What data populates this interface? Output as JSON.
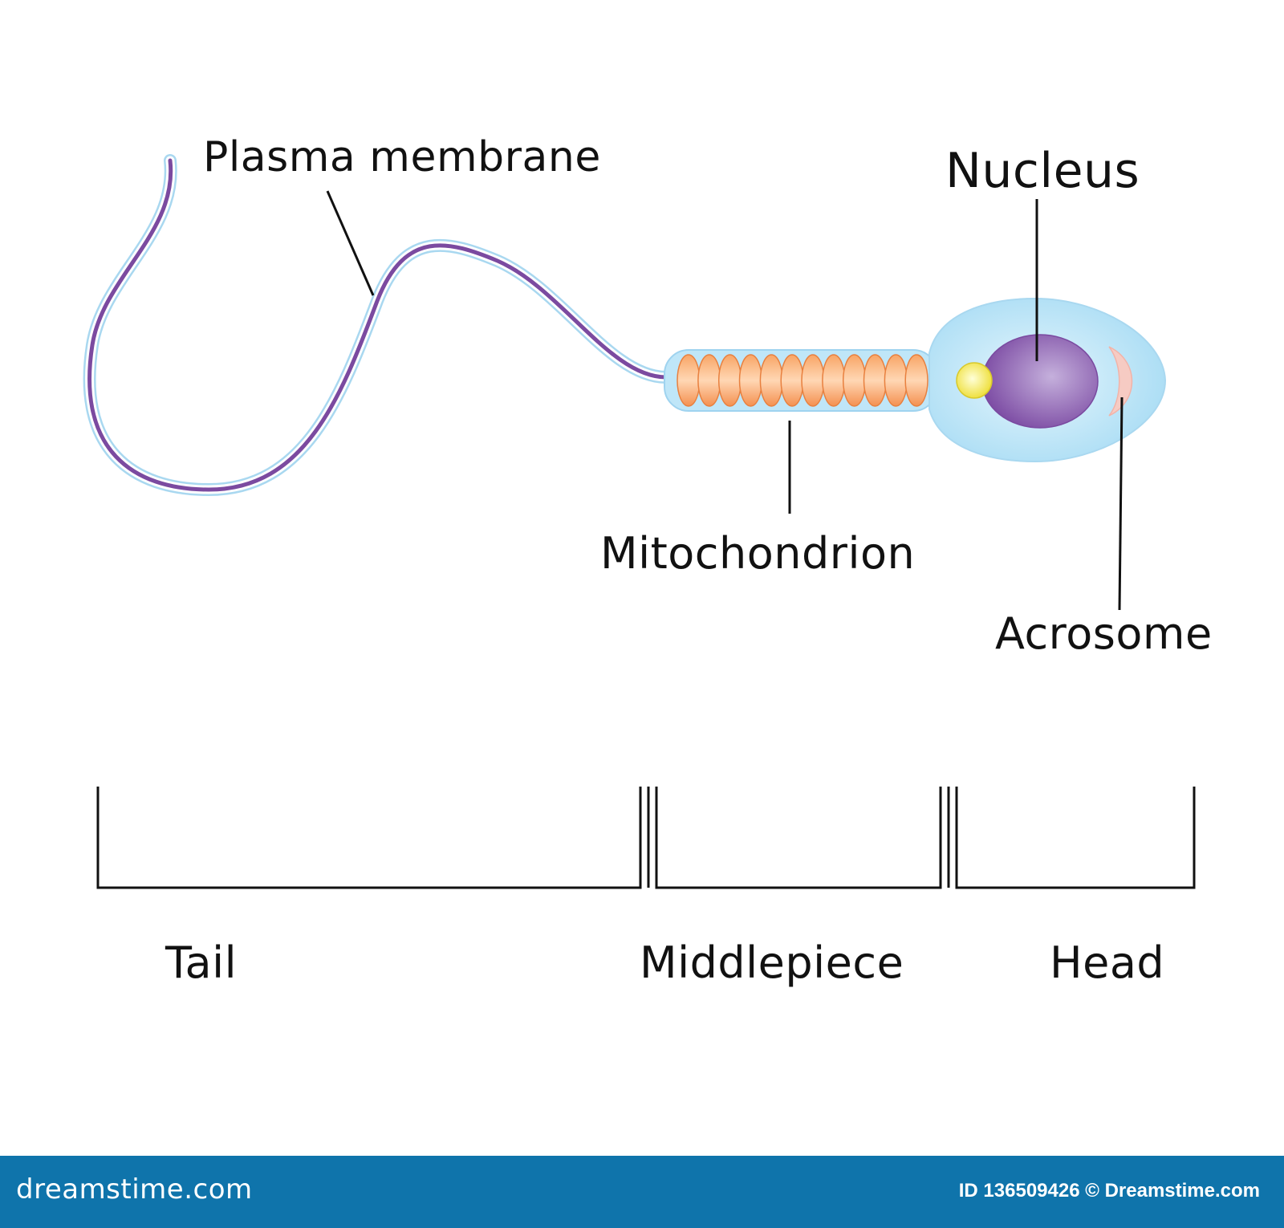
{
  "labels": {
    "plasma_membrane": "Plasma membrane",
    "nucleus": "Nucleus",
    "mitochondrion": "Mitochondrion",
    "acrosome": "Acrosome",
    "tail": "Tail",
    "middlepiece": "Middlepiece",
    "head": "Head"
  },
  "footer": {
    "brand": "dreamstime.com",
    "id_text": "ID 136509426 © Dreamstime.com"
  },
  "colors": {
    "flagellum": "#7b4aa0",
    "membrane": "#a9d8f0",
    "head_fill": "#bfe6f8",
    "nucleus": "#8f5fb3",
    "mitochondria": "#f7a062",
    "centriole": "#f7ef55",
    "acrosome": "#f5c8c0",
    "footer_bg": "#0f74ab"
  }
}
